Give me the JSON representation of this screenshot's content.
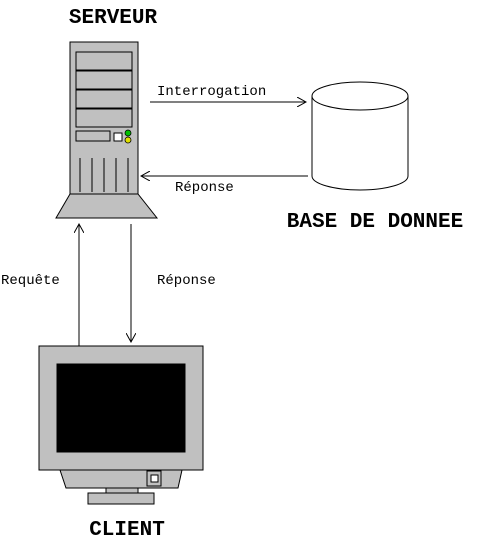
{
  "diagram": {
    "server_title": "SERVEUR",
    "database_title": "BASE DE DONNEE",
    "client_title": "CLIENT",
    "query_label": "Interrogation",
    "db_response_label": "Réponse",
    "request_label": "Requête",
    "client_response_label": "Réponse"
  },
  "colors": {
    "tower_body": "#c0c0c0",
    "bay_fill": "#c0c0c0",
    "screen": "#000000",
    "led_green": "#00c000",
    "led_yellow": "#e0e000",
    "outline": "#000000"
  }
}
